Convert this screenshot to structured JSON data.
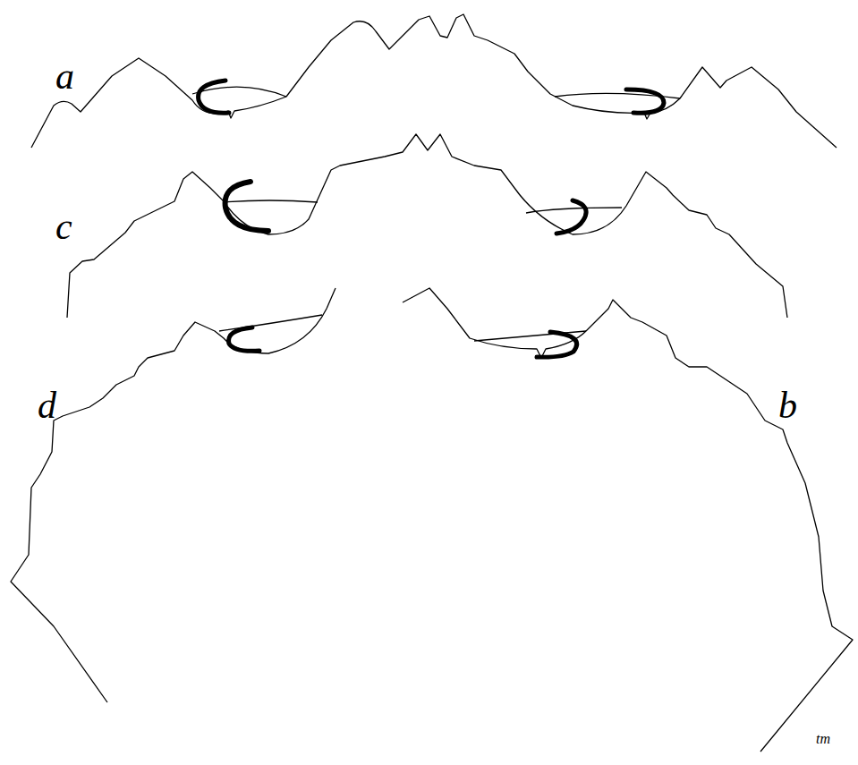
{
  "diagram": {
    "labels": [
      "a",
      "c",
      "d",
      "b",
      "tm"
    ]
  }
}
